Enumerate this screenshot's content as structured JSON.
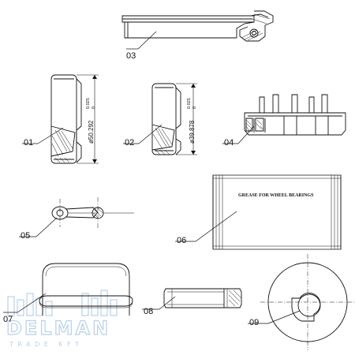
{
  "parts": [
    {
      "id": "03",
      "label": "03"
    },
    {
      "id": "01",
      "label": "01",
      "dimension": "ø50.292",
      "tolerance_top": "0.025",
      "tolerance_bottom": "0"
    },
    {
      "id": "02",
      "label": "02",
      "dimension": "ø39.878",
      "tolerance_top": "0.025",
      "tolerance_bottom": "0"
    },
    {
      "id": "04",
      "label": "04"
    },
    {
      "id": "05",
      "label": "05"
    },
    {
      "id": "06",
      "label": "06",
      "text": "GREASE FOR WHEEL BEARINGS"
    },
    {
      "id": "07",
      "label": "07"
    },
    {
      "id": "08",
      "label": "08"
    },
    {
      "id": "09",
      "label": "09"
    }
  ],
  "watermark": {
    "name": "DELMAN",
    "subtitle": "TRADE KFT",
    "color": "#b9d0e8"
  },
  "colors": {
    "line": "#111111",
    "background": "#ffffff"
  }
}
